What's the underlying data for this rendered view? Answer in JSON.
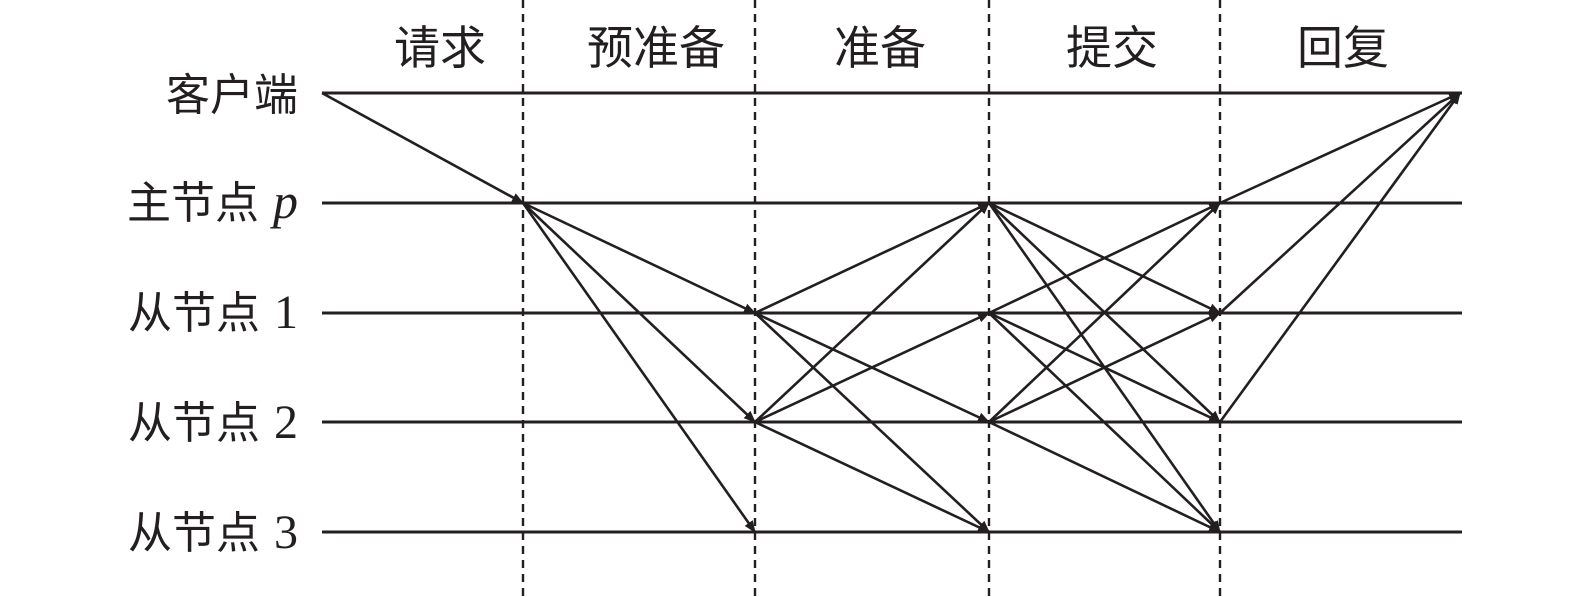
{
  "phases": [
    "请求",
    "预准备",
    "准备",
    "提交",
    "回复"
  ],
  "nodes": [
    {
      "id": "client",
      "label": "客户端",
      "suffix": ""
    },
    {
      "id": "p",
      "label": "主节点 ",
      "suffix": "p"
    },
    {
      "id": "n1",
      "label": "从节点 ",
      "suffix": "1"
    },
    {
      "id": "n2",
      "label": "从节点 ",
      "suffix": "2"
    },
    {
      "id": "n3",
      "label": "从节点 ",
      "suffix": "3"
    }
  ],
  "messages": [
    {
      "phase": "请求",
      "from": "client",
      "to": "p"
    },
    {
      "phase": "预准备",
      "from": "p",
      "to": "n1"
    },
    {
      "phase": "预准备",
      "from": "p",
      "to": "n2"
    },
    {
      "phase": "预准备",
      "from": "p",
      "to": "n3"
    },
    {
      "phase": "准备",
      "from": "n1",
      "to": "p"
    },
    {
      "phase": "准备",
      "from": "n1",
      "to": "n2"
    },
    {
      "phase": "准备",
      "from": "n1",
      "to": "n3"
    },
    {
      "phase": "准备",
      "from": "n2",
      "to": "p"
    },
    {
      "phase": "准备",
      "from": "n2",
      "to": "n1"
    },
    {
      "phase": "准备",
      "from": "n2",
      "to": "n3"
    },
    {
      "phase": "提交",
      "from": "p",
      "to": "n1"
    },
    {
      "phase": "提交",
      "from": "p",
      "to": "n2"
    },
    {
      "phase": "提交",
      "from": "p",
      "to": "n3"
    },
    {
      "phase": "提交",
      "from": "n1",
      "to": "p"
    },
    {
      "phase": "提交",
      "from": "n1",
      "to": "n2"
    },
    {
      "phase": "提交",
      "from": "n1",
      "to": "n3"
    },
    {
      "phase": "提交",
      "from": "n2",
      "to": "p"
    },
    {
      "phase": "提交",
      "from": "n2",
      "to": "n1"
    },
    {
      "phase": "提交",
      "from": "n2",
      "to": "n3"
    },
    {
      "phase": "回复",
      "from": "p",
      "to": "client"
    },
    {
      "phase": "回复",
      "from": "n1",
      "to": "client"
    },
    {
      "phase": "回复",
      "from": "n2",
      "to": "client"
    }
  ]
}
